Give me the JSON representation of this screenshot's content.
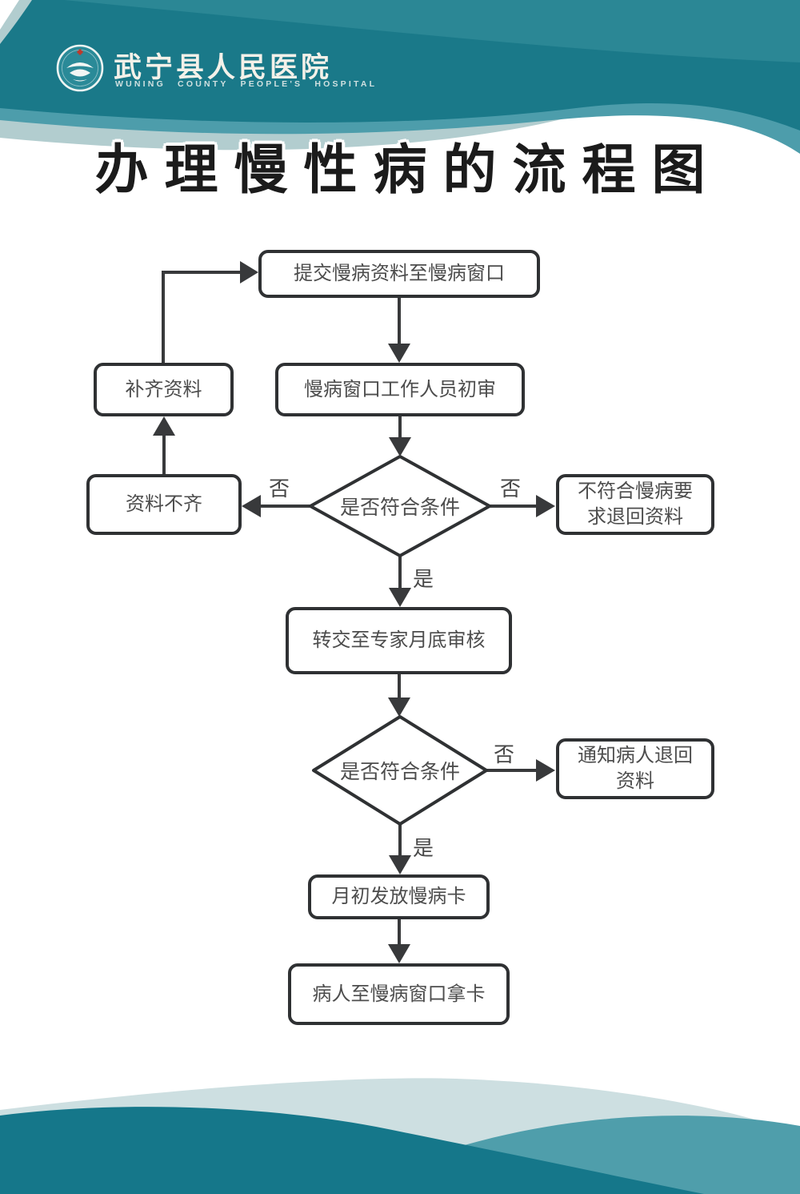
{
  "header": {
    "hospital_name": "武宁县人民医院",
    "hospital_name_en": "WUNING COUNTY PEOPLE'S HOSPITAL",
    "logo": "hospital-round-dove-emblem"
  },
  "title": "办理慢性病的流程图",
  "colors": {
    "teal_dark": "#1a7989",
    "teal_medium": "#4d9dab",
    "teal_pale_top": "#b2cdcf",
    "teal_pale_bottom": "#cddfe1",
    "node_outline": "#2f3133",
    "node_text": "#4d4d4d",
    "title_text": "#1b1b1b",
    "logo_cross_red": "#c0392b"
  },
  "flowchart": {
    "nodes": [
      {
        "id": "submit-materials",
        "type": "process",
        "label": "提交慢病资料至慢病窗口"
      },
      {
        "id": "window-initial-review",
        "type": "process",
        "label": "慢病窗口工作人员初审"
      },
      {
        "id": "check-conditions-1",
        "type": "decision",
        "label": "是否符合条件"
      },
      {
        "id": "materials-incomplete",
        "type": "process",
        "label": "资料不齐"
      },
      {
        "id": "complete-materials",
        "type": "process",
        "label": "补齐资料"
      },
      {
        "id": "not-qualified-return",
        "type": "process",
        "label": "不符合慢病要求退回资料"
      },
      {
        "id": "expert-month-end-review",
        "type": "process",
        "label": "转交至专家月底审核"
      },
      {
        "id": "check-conditions-2",
        "type": "decision",
        "label": "是否符合条件"
      },
      {
        "id": "notify-patient-return",
        "type": "process",
        "label": "通知病人退回资料"
      },
      {
        "id": "issue-card-month-start",
        "type": "process",
        "label": "月初发放慢病卡"
      },
      {
        "id": "patient-get-card",
        "type": "process",
        "label": "病人至慢病窗口拿卡"
      }
    ],
    "edge_labels": {
      "yes": "是",
      "no": "否"
    }
  }
}
